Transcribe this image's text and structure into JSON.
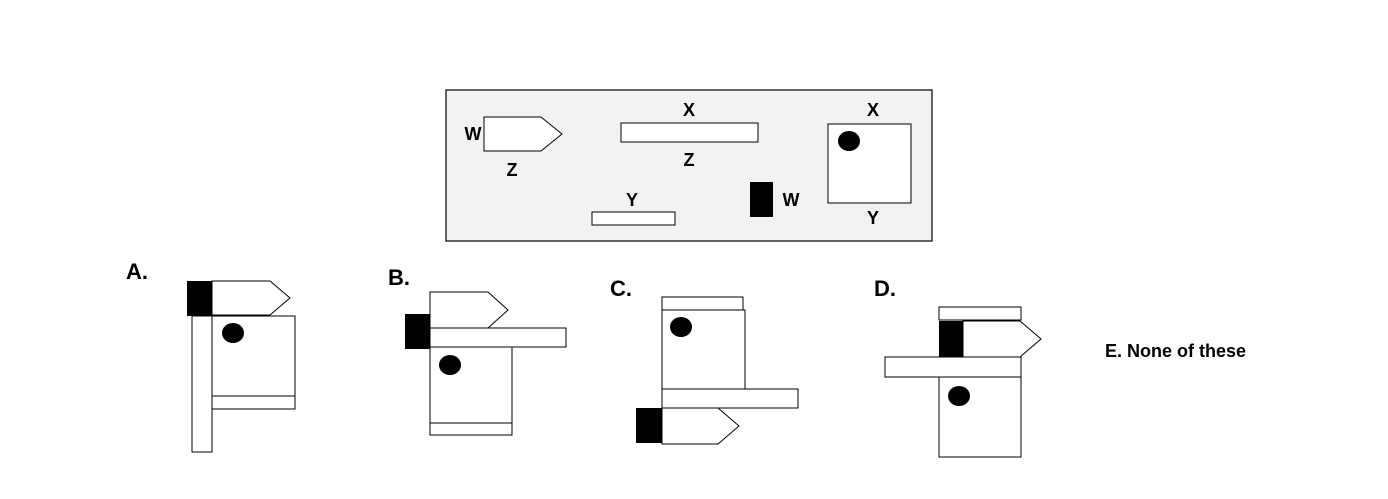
{
  "colors": {
    "panel_fill": "#f2f2f2",
    "outline": "#000000",
    "shape_fill": "#ffffff",
    "solid": "#000000"
  },
  "key": {
    "arrow": {
      "left_label": "W",
      "bottom_label": "Z"
    },
    "long_bar": {
      "top_label": "X",
      "bottom_label": "Z"
    },
    "short_bar": {
      "top_label": "Y"
    },
    "black_block": {
      "right_label": "W"
    },
    "square": {
      "top_label": "X",
      "bottom_label": "Y"
    }
  },
  "options": {
    "a": {
      "label": "A."
    },
    "b": {
      "label": "B."
    },
    "c": {
      "label": "C."
    },
    "d": {
      "label": "D."
    },
    "e": {
      "label": "E. None of these"
    }
  }
}
